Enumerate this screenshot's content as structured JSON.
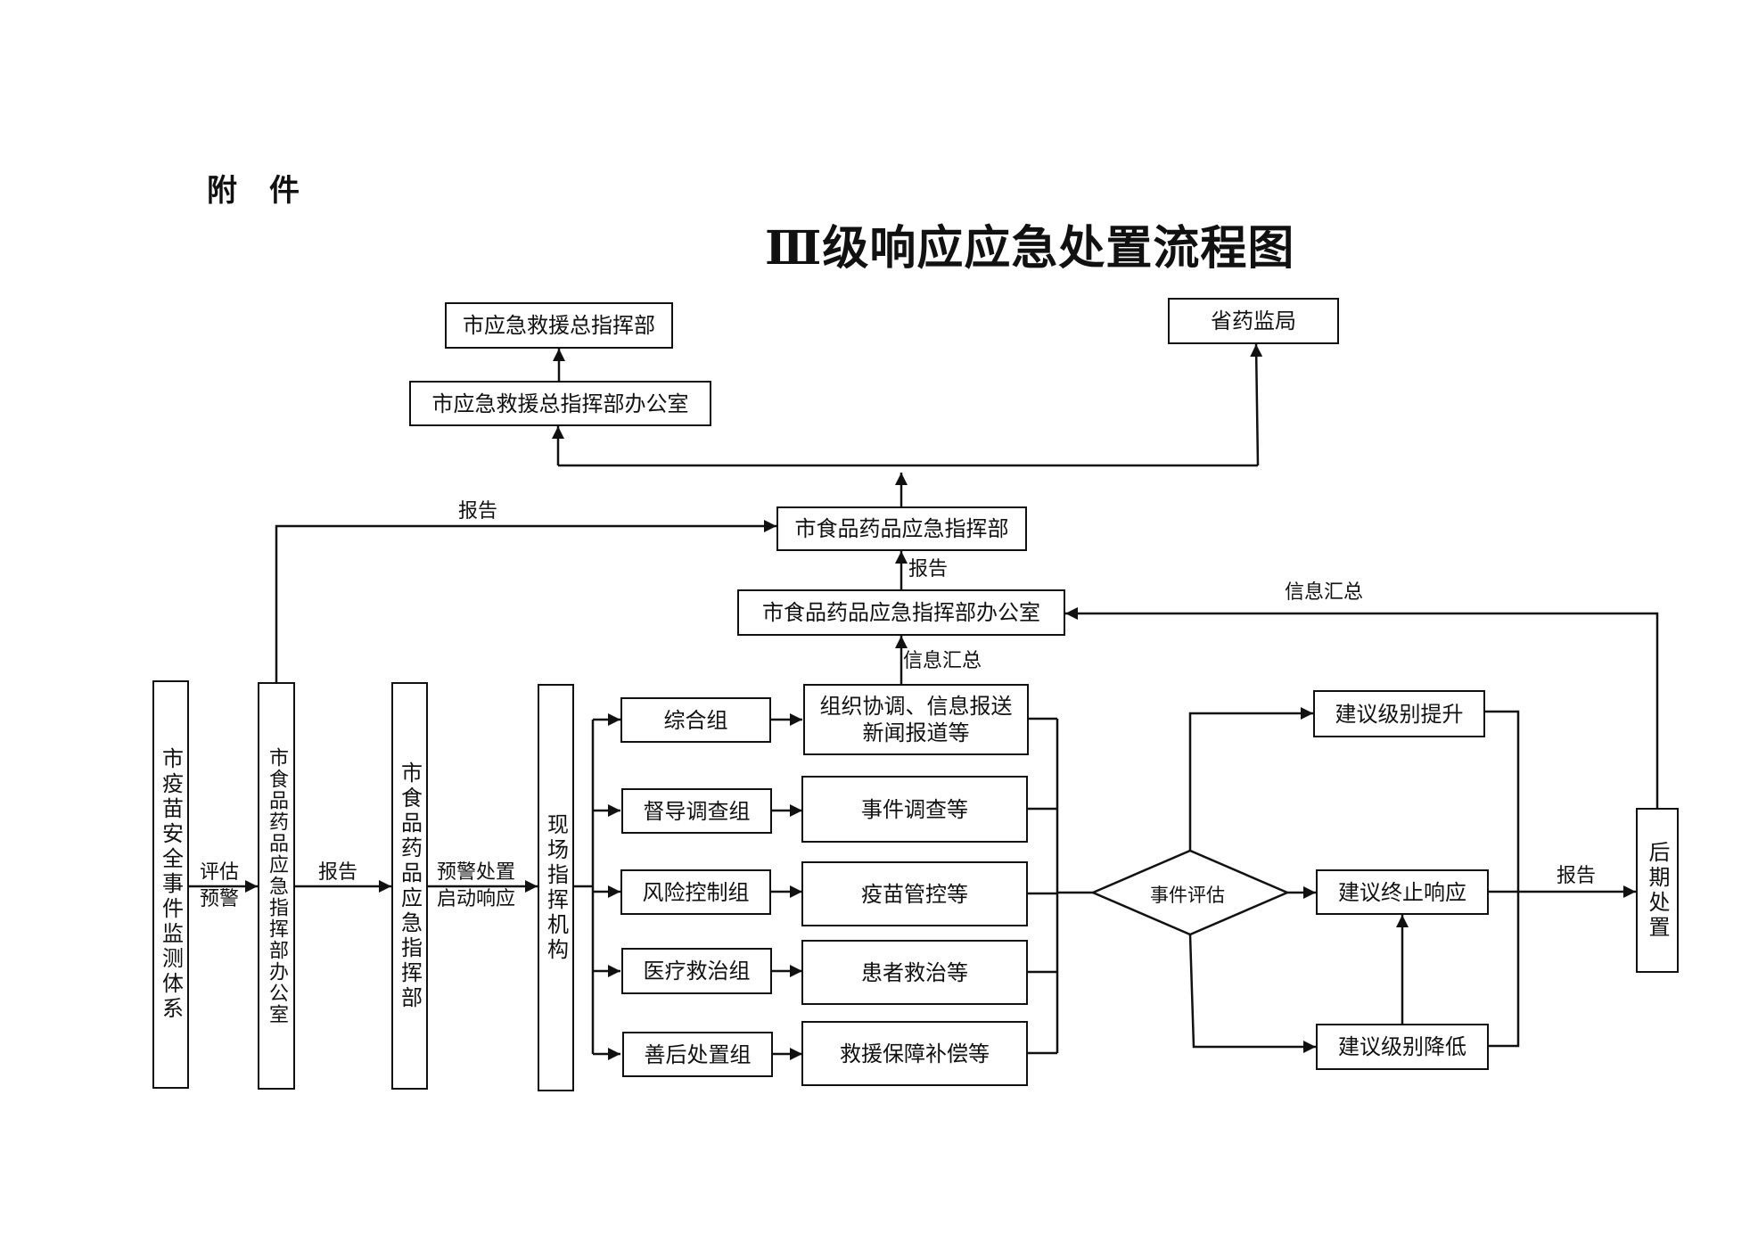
{
  "header": {
    "attachment_label": "附件",
    "title": "Ⅲ级响应应急处置流程图"
  },
  "top": {
    "city_emergency_hq": "市应急救援总指挥部",
    "city_emergency_hq_office": "市应急救援总指挥部办公室",
    "provincial_drug_admin": "省药监局",
    "food_drug_emergency_hq": "市食品药品应急指挥部",
    "food_drug_emergency_hq_office": "市食品药品应急指挥部办公室",
    "report_label_left": "报告",
    "report_label_mid": "报告",
    "info_summary_label_mid": "信息汇总",
    "info_summary_label_right": "信息汇总"
  },
  "left_chain": {
    "monitoring_system": "市疫苗安全事件监测体系",
    "edge1_label_line1": "评估",
    "edge1_label_line2": "预警",
    "food_drug_hq_office": "市食品药品应急指挥部办公室",
    "edge2_label": "报告",
    "food_drug_hq": "市食品药品应急指挥部",
    "edge3_label_line1": "预警处置",
    "edge3_label_line2": "启动响应",
    "onsite_command": "现场指挥机构"
  },
  "groups": [
    {
      "name": "综合组",
      "task": "组织协调、信息报送\n新闻报道等"
    },
    {
      "name": "督导调查组",
      "task": "事件调查等"
    },
    {
      "name": "风险控制组",
      "task": "疫苗管控等"
    },
    {
      "name": "医疗救治组",
      "task": "患者救治等"
    },
    {
      "name": "善后处置组",
      "task": "救援保障补偿等"
    }
  ],
  "assessment": {
    "decision": "事件评估",
    "raise_level": "建议级别提升",
    "terminate": "建议终止响应",
    "lower_level": "建议级别降低",
    "report_label": "报告",
    "aftermath": "后期处置"
  }
}
